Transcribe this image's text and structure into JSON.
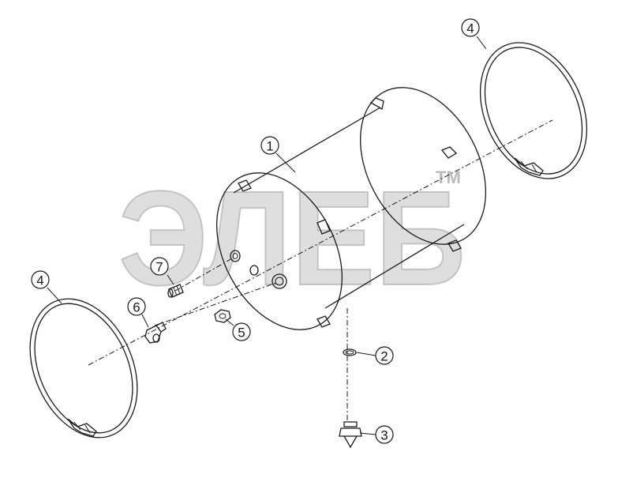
{
  "diagram": {
    "watermark": {
      "text": "ЭЛЕБ",
      "trademark": "TM"
    },
    "callouts": [
      {
        "id": "tank",
        "label": "1"
      },
      {
        "id": "seal-ring",
        "label": "2"
      },
      {
        "id": "drain-plug",
        "label": "3"
      },
      {
        "id": "strap-right",
        "label": "4"
      },
      {
        "id": "strap-left",
        "label": "4"
      },
      {
        "id": "plug-nut",
        "label": "5"
      },
      {
        "id": "elbow-fitting",
        "label": "6"
      },
      {
        "id": "straight-fitting",
        "label": "7"
      }
    ]
  }
}
